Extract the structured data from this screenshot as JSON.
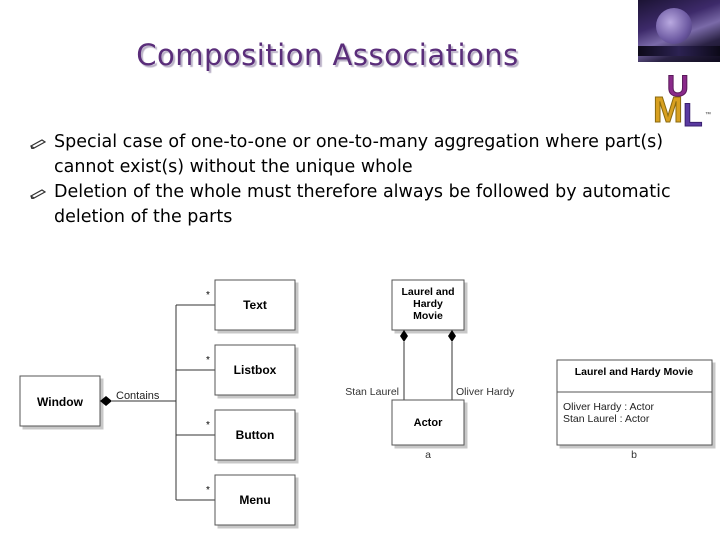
{
  "slide": {
    "title": "Composition Associations",
    "bullets": [
      "Special case of one-to-one or one-to-many aggregation where part(s) cannot exist(s) without the unique whole",
      "Deletion of the whole must therefore always be followed by automatic deletion of the parts"
    ],
    "logo_text": "UML",
    "logo_tm": "™"
  },
  "diagram_left": {
    "whole_class": "Window",
    "association_label": "Contains",
    "parts": [
      {
        "name": "Text",
        "multiplicity": "*"
      },
      {
        "name": "Listbox",
        "multiplicity": "*"
      },
      {
        "name": "Button",
        "multiplicity": "*"
      },
      {
        "name": "Menu",
        "multiplicity": "*"
      }
    ]
  },
  "diagram_a": {
    "whole_class_lines": [
      "Laurel and",
      "Hardy",
      "Movie"
    ],
    "part_class": "Actor",
    "left_role": "Stan Laurel",
    "right_role": "Oliver Hardy",
    "caption": "a"
  },
  "diagram_b": {
    "class_name": "Laurel and Hardy Movie",
    "attributes": [
      "Oliver Hardy : Actor",
      "Stan Laurel : Actor"
    ],
    "caption": "b"
  },
  "colors": {
    "title": "#5a2d7a",
    "logo_u": "#8a2a8a",
    "logo_m": "#d8a020",
    "logo_l": "#5a3aa0",
    "box_shadow": "#c8c8c8"
  }
}
